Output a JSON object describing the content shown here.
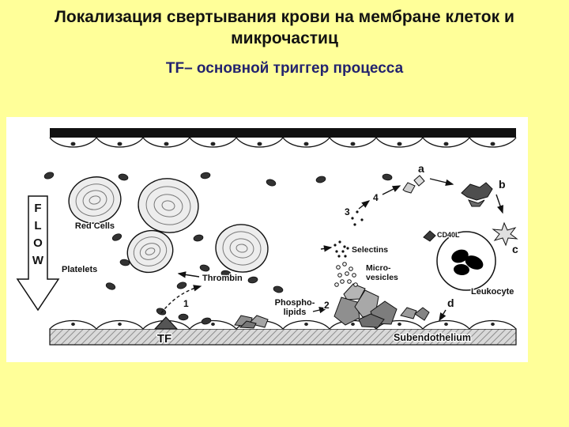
{
  "slide": {
    "bg_color": "#ffff99",
    "title_line1": "Локализация свертывания крови на мембране клеток и",
    "title_line2": "микрочастиц",
    "subtitle": "TF– основной триггер процесса"
  },
  "diagram": {
    "flow_letters": [
      "F",
      "L",
      "O",
      "W"
    ],
    "labels": {
      "red_cells": "Red Cells",
      "platelets": "Platelets",
      "thrombin": "Thrombin",
      "phospho_line1": "Phospho-",
      "phospho_line2": "lipids",
      "tf": "TF",
      "subendothelium": "Subendothelium",
      "selectins": "Selectins",
      "micro_line1": "Micro-",
      "micro_line2": "vesicles",
      "cd40l": "CD40L",
      "leukocyte": "Leukocyte"
    },
    "markers": {
      "m1": "1",
      "m2": "2",
      "m3": "3",
      "m4": "4",
      "ma": "a",
      "mb": "b",
      "mc": "c",
      "md": "d"
    }
  }
}
